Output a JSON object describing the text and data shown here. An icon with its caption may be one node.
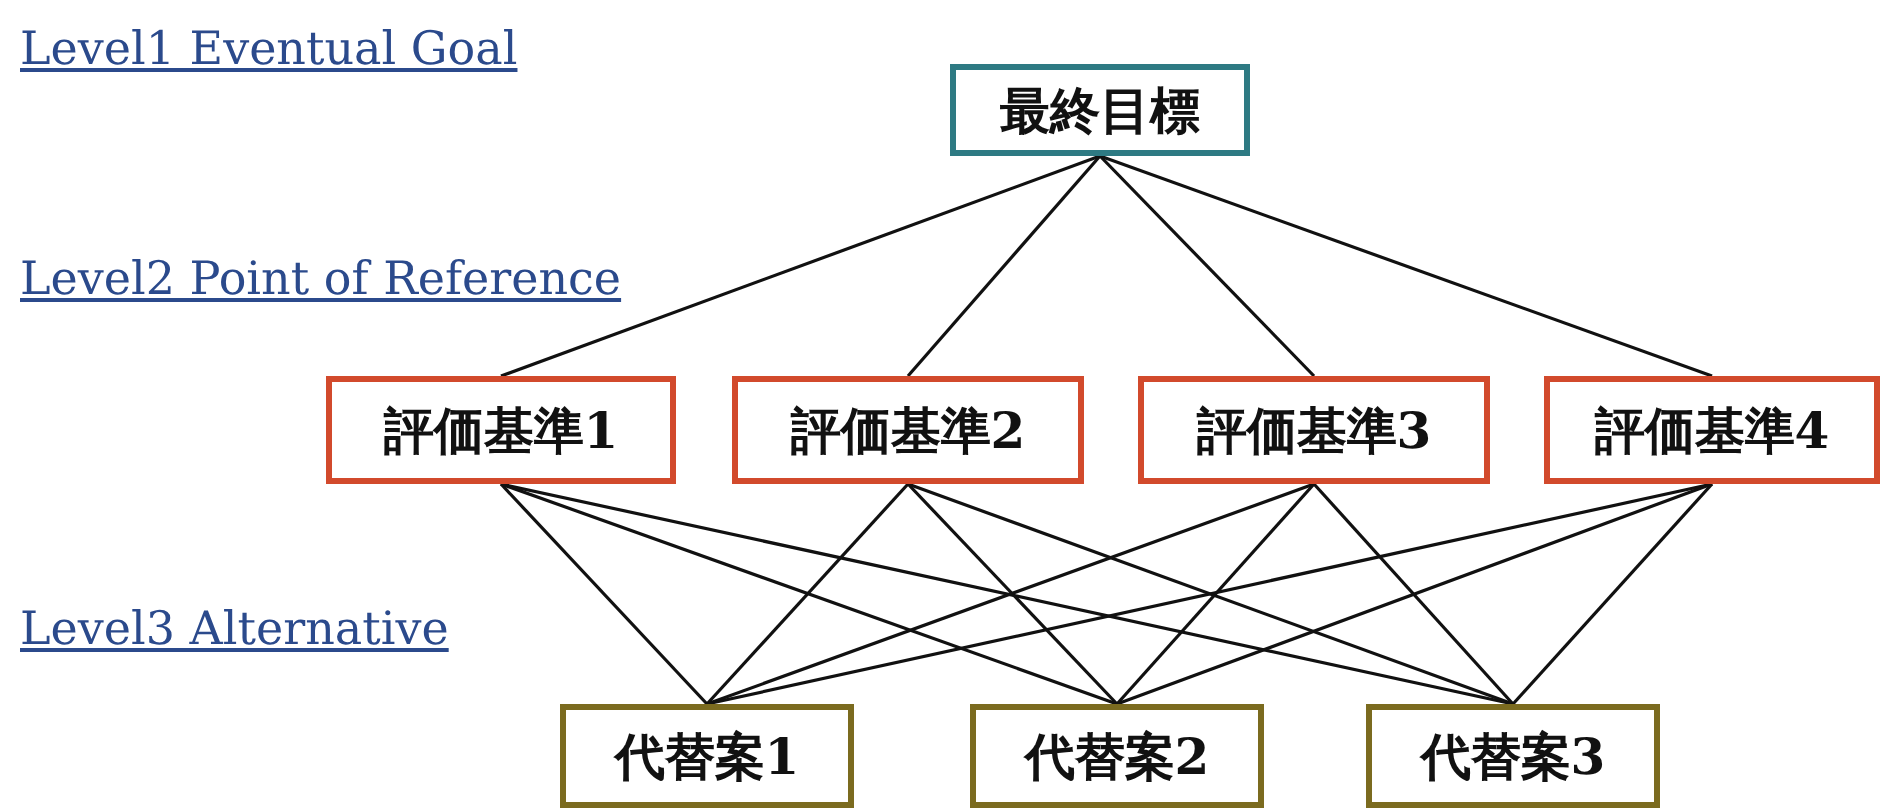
{
  "diagram": {
    "nodes": [
      {
        "text": [
          "最終目標"
        ]
      },
      {
        "text": [
          "評価基準1"
        ]
      },
      {
        "text": [
          "評価基準2"
        ]
      },
      {
        "text": [
          "評価基準3"
        ]
      },
      {
        "text": [
          "評価基準4"
        ]
      },
      {
        "text": [
          "代替案1"
        ]
      },
      {
        "text": [
          "代替案2"
        ]
      },
      {
        "text": [
          "代替案3"
        ]
      }
    ],
    "edges": [
      {
        "from": 0,
        "to": 1,
        "arrow": "none"
      },
      {
        "from": 0,
        "to": 2,
        "arrow": "none"
      },
      {
        "from": 0,
        "to": 3,
        "arrow": "none"
      },
      {
        "from": 0,
        "to": 4,
        "arrow": "none"
      },
      {
        "from": 1,
        "to": 5,
        "arrow": "none"
      },
      {
        "from": 1,
        "to": 6,
        "arrow": "none"
      },
      {
        "from": 1,
        "to": 7,
        "arrow": "none"
      },
      {
        "from": 2,
        "to": 5,
        "arrow": "none"
      },
      {
        "from": 2,
        "to": 6,
        "arrow": "none"
      },
      {
        "from": 2,
        "to": 7,
        "arrow": "none"
      },
      {
        "from": 3,
        "to": 5,
        "arrow": "none"
      },
      {
        "from": 3,
        "to": 6,
        "arrow": "none"
      },
      {
        "from": 3,
        "to": 7,
        "arrow": "none"
      },
      {
        "from": 4,
        "to": 5,
        "arrow": "none"
      },
      {
        "from": 4,
        "to": 6,
        "arrow": "none"
      },
      {
        "from": 4,
        "to": 7,
        "arrow": "none"
      }
    ],
    "labels": [
      "Level1 Eventual Goal",
      "Level2 Point of Reference",
      "Level3 Alternative"
    ]
  }
}
